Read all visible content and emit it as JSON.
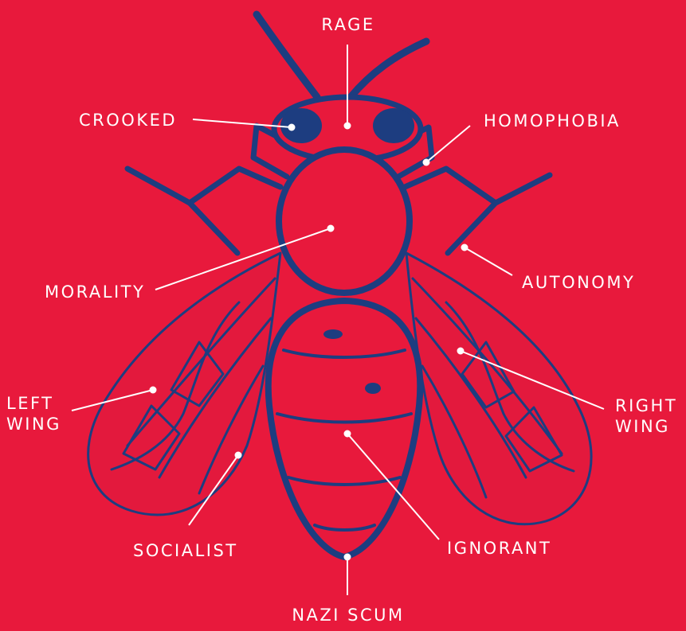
{
  "colors": {
    "background": "#e8193c",
    "ink": "#1d3d80",
    "label": "#ffffff"
  },
  "labels": {
    "rage": "RAGE",
    "crooked": "CROOKED",
    "homophobia": "HOMOPHOBIA",
    "morality": "MORALITY",
    "autonomy": "AUTONOMY",
    "left_wing": [
      "LEFT",
      "WING"
    ],
    "right_wing": [
      "RIGHT",
      "WING"
    ],
    "socialist": "SOCIALIST",
    "ignorant": "IGNORANT",
    "nazi_scum": "NAZI SCUM"
  }
}
